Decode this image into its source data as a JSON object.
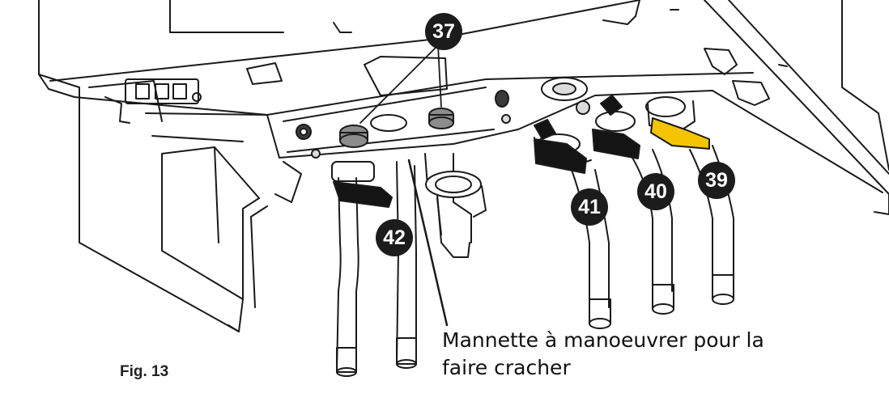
{
  "figure_label": "Fig. 13",
  "annotation": {
    "line1": "Mannette à manoeuvrer pour la",
    "line2": "faire cracher"
  },
  "callouts": [
    {
      "id": "c37",
      "label": "37"
    },
    {
      "id": "c39",
      "label": "39"
    },
    {
      "id": "c40",
      "label": "40"
    },
    {
      "id": "c41",
      "label": "41"
    },
    {
      "id": "c42",
      "label": "42"
    }
  ],
  "colors": {
    "line": "#1a1a1a",
    "callout_fill": "#1c1c1c",
    "grey_handle": "#8c8c8c",
    "black_handle": "#141414",
    "gas_valve_yellow": "#f5c400"
  }
}
